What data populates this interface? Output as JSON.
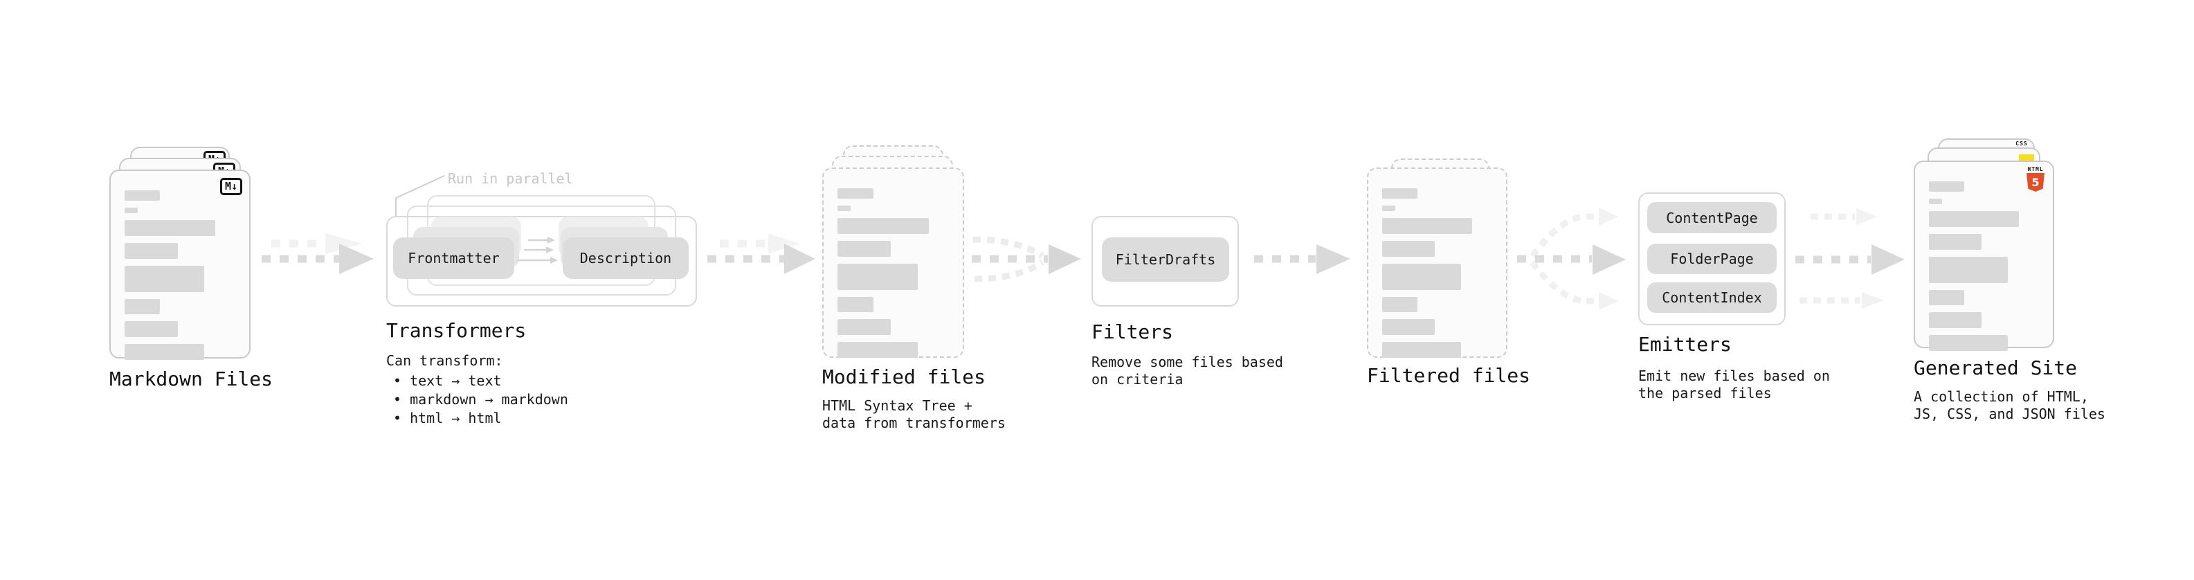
{
  "stages": {
    "markdown": {
      "label": "Markdown Files",
      "badge": "M↓"
    },
    "transformers": {
      "label": "Transformers",
      "callout": "Run in parallel",
      "transformer_a": "Frontmatter",
      "transformer_b": "Description",
      "desc_title": "Can transform:",
      "bullets": [
        "text → text",
        "markdown → markdown",
        "html → html"
      ]
    },
    "modified": {
      "label": "Modified files",
      "desc": "HTML Syntax Tree +\ndata from transformers"
    },
    "filters": {
      "label": "Filters",
      "filter_a": "FilterDrafts",
      "desc": "Remove some files based\non criteria"
    },
    "filtered": {
      "label": "Filtered files"
    },
    "emitters": {
      "label": "Emitters",
      "items": [
        "ContentPage",
        "FolderPage",
        "ContentIndex"
      ],
      "desc": "Emit new files based on\nthe parsed files"
    },
    "generated": {
      "label": "Generated Site",
      "desc": "A collection of HTML,\nJS, CSS, and JSON files",
      "badge_html_word": "HTML",
      "badge_html_number": "5",
      "badge_css_word": "CSS"
    }
  },
  "colors": {
    "html5_orange": "#e44d26",
    "js_yellow": "#f7df1e",
    "css_blue": "#2965f1",
    "chip_gray": "#dcdcdc",
    "bar_gray": "#d9d9d9",
    "arrow_gray": "#dbdbdb",
    "muted_text": "#c6c6c6"
  }
}
